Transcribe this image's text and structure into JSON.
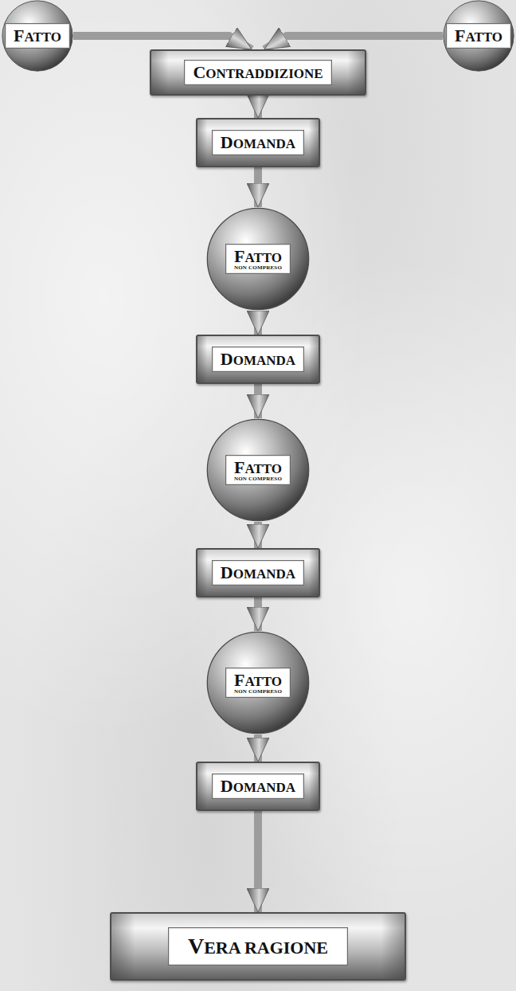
{
  "diagram": {
    "nodes": [
      {
        "text": [
          "FATTO"
        ]
      },
      {
        "text": [
          "FATTO"
        ]
      },
      {
        "text": [
          "CONTRADDIZIONE"
        ]
      },
      {
        "text": [
          "DOMANDA"
        ]
      },
      {
        "text": [
          "FATTO",
          "NON COMPRESO"
        ]
      },
      {
        "text": [
          "DOMANDA"
        ]
      },
      {
        "text": [
          "FATTO",
          "NON COMPRESO"
        ]
      },
      {
        "text": [
          "DOMANDA"
        ]
      },
      {
        "text": [
          "FATTO",
          "NON COMPRESO"
        ]
      },
      {
        "text": [
          "DOMANDA"
        ]
      },
      {
        "text": [
          "VERA RAGIONE"
        ]
      }
    ],
    "edges": [
      {
        "from": 0,
        "to": 2,
        "arrow": "to"
      },
      {
        "from": 1,
        "to": 2,
        "arrow": "to"
      },
      {
        "from": 2,
        "to": 3,
        "arrow": "to"
      },
      {
        "from": 3,
        "to": 4,
        "arrow": "to"
      },
      {
        "from": 4,
        "to": 5,
        "arrow": "to"
      },
      {
        "from": 5,
        "to": 6,
        "arrow": "to"
      },
      {
        "from": 6,
        "to": 7,
        "arrow": "to"
      },
      {
        "from": 7,
        "to": 8,
        "arrow": "to"
      },
      {
        "from": 8,
        "to": 9,
        "arrow": "to"
      },
      {
        "from": 9,
        "to": 10,
        "arrow": "to"
      }
    ]
  }
}
